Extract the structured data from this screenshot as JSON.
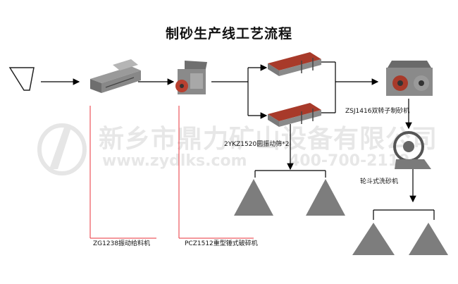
{
  "title": "制砂生产线工艺流程",
  "equipment": {
    "feeder": "ZG1238振动给料机",
    "hammer_crusher": "PCZ1512重型锤式破碎机",
    "screen": "2YKZ1520圆振动筛*2",
    "roller_crusher": "ZSJ1416双转子制砂机",
    "sand_washer": "轮斗式洗砂机"
  },
  "watermark": {
    "company": "新乡市鼎力矿山设备有限公司",
    "url": "www.zydlks.com",
    "phone": "400-700-2119"
  },
  "colors": {
    "arrow": "#000000",
    "red_line": "#e8323a",
    "machine_red": "#a83a2a",
    "machine_gray": "#7a7a7a",
    "sand": "#7d7d7d"
  }
}
